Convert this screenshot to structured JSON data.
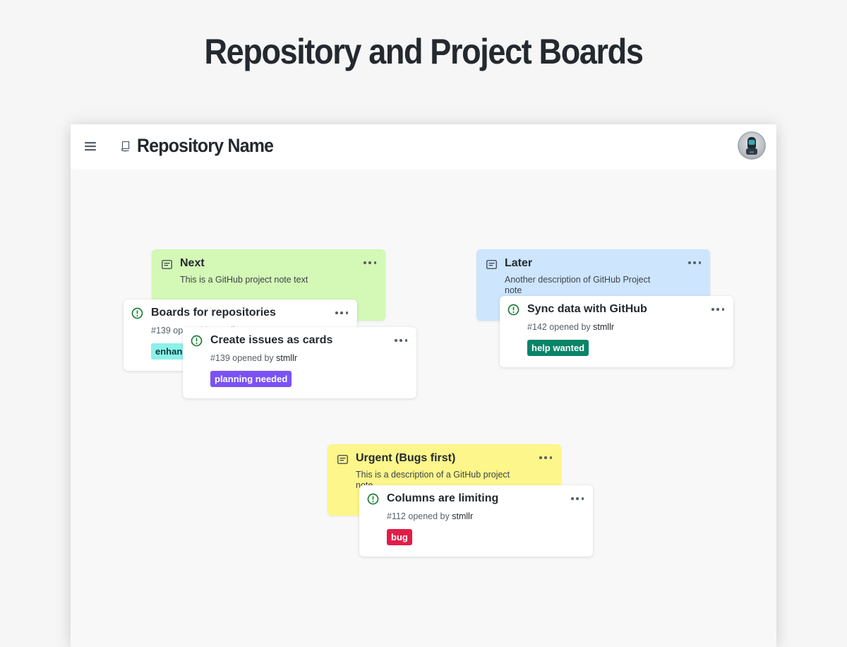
{
  "page": {
    "heading": "Repository and Project Boards"
  },
  "header": {
    "repo_name": "Repository Name",
    "menu_icon": "hamburger-menu-icon",
    "repo_icon": "repo-book-icon",
    "avatar": "user-avatar"
  },
  "notes": [
    {
      "title": "Next",
      "description": "This is a GitHub project note text",
      "color": "#d4f8b5",
      "icon": "note-icon",
      "cards": [
        {
          "title": "Boards for repositories",
          "number": "#139",
          "meta_prefix": "opened by",
          "author": "stmllr",
          "label": "enhancement",
          "label_bg": "#8cf1ea",
          "label_fg": "#0a3a38",
          "icon": "issue-opened-icon"
        },
        {
          "title": "Create issues as cards",
          "number": "#139",
          "meta_prefix": "opened by",
          "author": "stmllr",
          "label": "planning needed",
          "label_bg": "#7a52f4",
          "label_fg": "#ffffff",
          "icon": "issue-opened-icon"
        }
      ]
    },
    {
      "title": "Later",
      "description": "Another description of GitHub Project note",
      "color": "#cde5fd",
      "icon": "note-icon",
      "cards": [
        {
          "title": "Sync data with GitHub",
          "number": "#142",
          "meta_prefix": "opened by",
          "author": "stmllr",
          "label": "help wanted",
          "label_bg": "#0a8468",
          "label_fg": "#ffffff",
          "icon": "issue-opened-icon"
        }
      ]
    },
    {
      "title": "Urgent (Bugs first)",
      "description": "This is a description of a GitHub project note",
      "color": "#fdf68a",
      "icon": "note-icon",
      "cards": [
        {
          "title": "Columns are limiting",
          "number": "#112",
          "meta_prefix": "opened by",
          "author": "stmllr",
          "label": "bug",
          "label_bg": "#e11d48",
          "label_fg": "#ffffff",
          "icon": "issue-opened-icon"
        }
      ]
    }
  ],
  "colors": {
    "issue_open": "#1a7f37",
    "text": "#24292f",
    "muted": "#57606a"
  }
}
